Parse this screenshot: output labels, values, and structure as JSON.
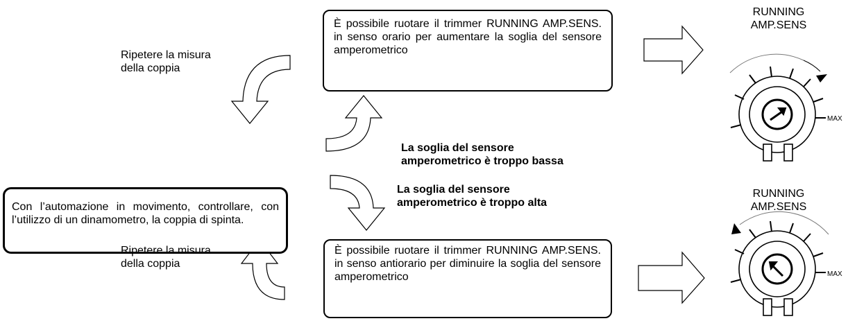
{
  "boxes": {
    "top": "È possibile ruotare il trimmer RUNNING AMP.SENS. in senso orario per aumentare la soglia del sensore amperometrico",
    "left": "Con l’automazione in movimento, controllare, con l’utilizzo di un dinamometro, la coppia di spinta.",
    "bottom": "È possibile  ruotare il trimmer RUNNING AMP.SENS.   in senso antiorario per diminuire la soglia del sensore amperometrico"
  },
  "labels": {
    "repeat_top_1": "Ripetere la misura",
    "repeat_top_2": "della coppia",
    "repeat_bottom_1": "Ripetere la misura",
    "repeat_bottom_2": "della coppia",
    "low_1": "La soglia del sensore",
    "low_2": "amperometrico è troppo bassa",
    "high_1": "La soglia del sensore",
    "high_2": "amperometrico è troppo alta"
  },
  "knobs": {
    "top": {
      "title_1": "RUNNING",
      "title_2": "AMP.SENS",
      "max_label": "MAX"
    },
    "bottom": {
      "title_1": "RUNNING",
      "title_2": "AMP.SENS",
      "max_label": "MAX"
    }
  }
}
